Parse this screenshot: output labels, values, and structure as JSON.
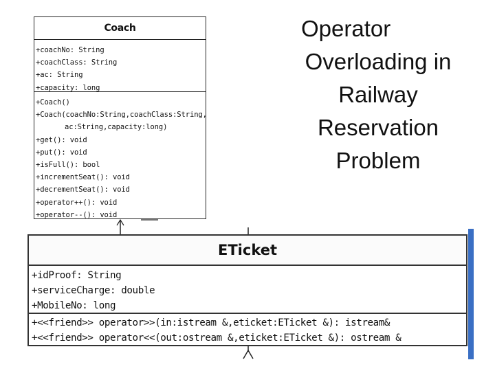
{
  "slide": {
    "title_lines": [
      "Operator",
      "Overloading in",
      "Railway",
      "Reservation",
      "Problem"
    ]
  },
  "coach": {
    "name": "Coach",
    "attributes": [
      "+coachNo: String",
      "+coachClass: String",
      "+ac: String",
      "+capacity: long"
    ],
    "operations": [
      "+Coach()",
      "+Coach(coachNo:String,coachClass:String,",
      "ac:String,capacity:long)",
      "+get(): void",
      "+put(): void",
      "+isFull(): bool",
      "+incrementSeat(): void",
      "+decrementSeat(): void",
      "+operator++(): void",
      "+operator--(): void"
    ]
  },
  "eticket": {
    "name": "ETicket",
    "attributes": [
      "+idProof: String",
      "+serviceCharge: double",
      "+MobileNo: long"
    ],
    "operations": [
      "+<<friend>> operator>>(in:istream &,eticket:ETicket &): istream&",
      "+<<friend>> operator<<(out:ostream &,eticket:ETicket &): ostream &"
    ]
  },
  "colors": {
    "accent_bar": "#3a6fc4",
    "line": "#222222"
  }
}
